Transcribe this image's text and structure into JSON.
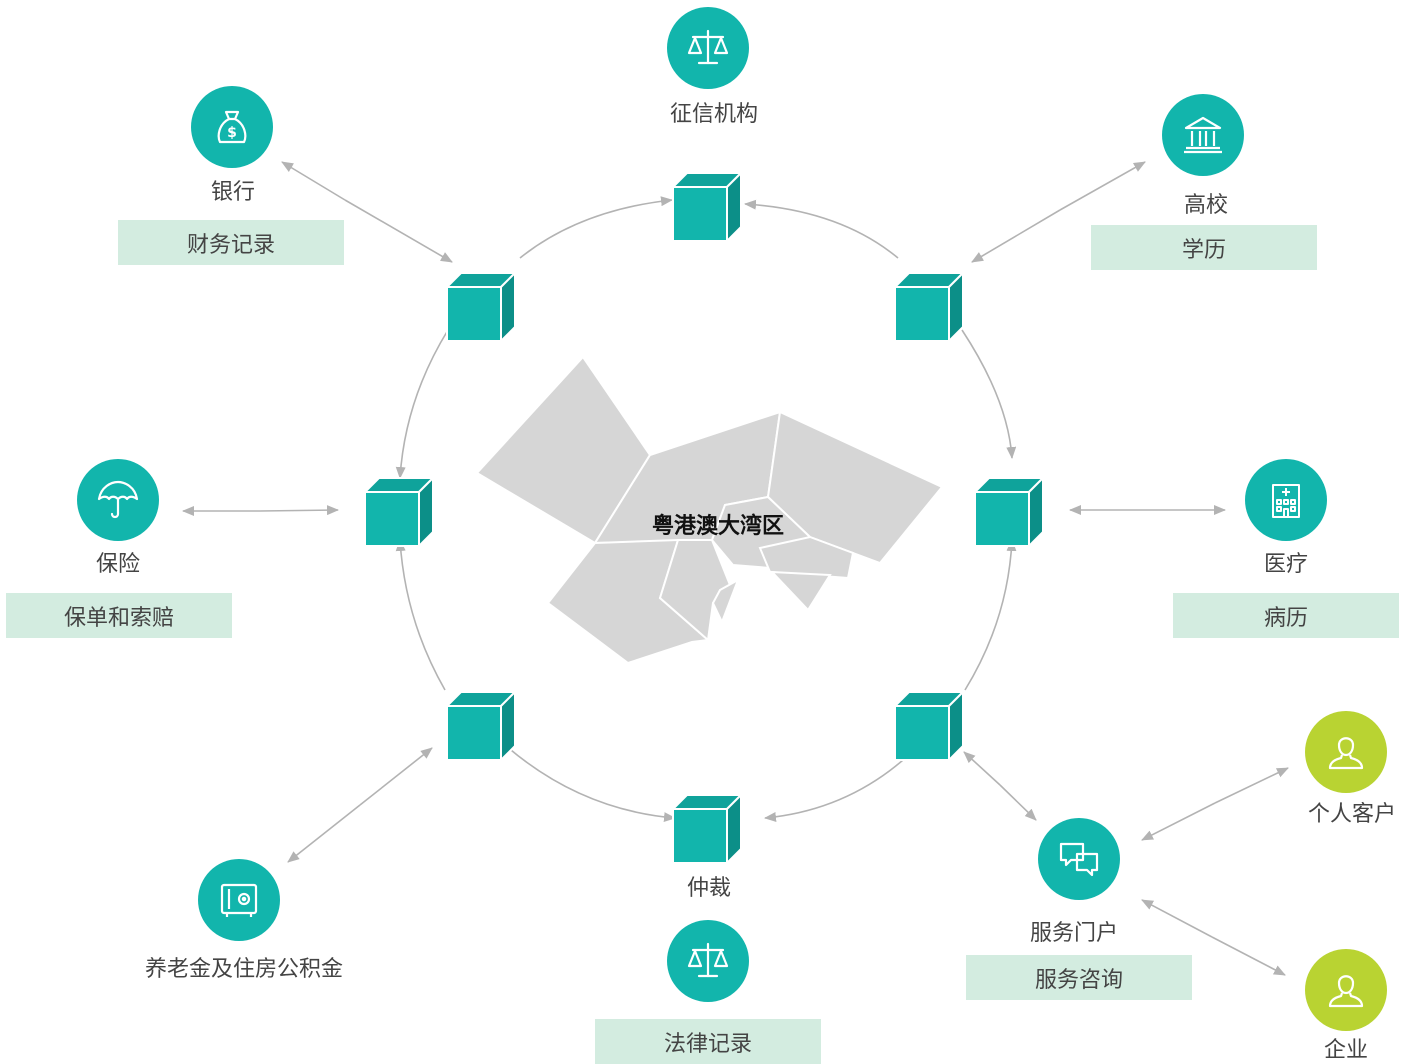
{
  "center": {
    "title": "粤港澳大湾区"
  },
  "nodes": {
    "credit": {
      "name": "征信机构",
      "icon": "scales-icon"
    },
    "bank": {
      "name": "银行",
      "record": "财务记录",
      "icon": "money-bag-icon"
    },
    "univ": {
      "name": "高校",
      "record": "学历",
      "icon": "bank-building-icon"
    },
    "insure": {
      "name": "保险",
      "record": "保单和索赔",
      "icon": "umbrella-icon"
    },
    "medical": {
      "name": "医疗",
      "record": "病历",
      "icon": "hospital-icon"
    },
    "pension": {
      "name": "养老金及住房公积金",
      "icon": "safe-icon"
    },
    "arbitration": {
      "name": "仲裁",
      "record": "法律记录",
      "icon": "scales-icon"
    },
    "portal": {
      "name": "服务门户",
      "record": "服务咨询",
      "icon": "chat-icon"
    },
    "personal": {
      "name": "个人客户",
      "icon": "user-icon"
    },
    "company": {
      "name": "企业",
      "icon": "user-icon"
    }
  },
  "colors": {
    "teal": "#12b5ac",
    "lime": "#b9d332",
    "record_bg": "#d3ece0",
    "map_gray": "#d6d6d6",
    "arrow": "#b3b3b3"
  }
}
